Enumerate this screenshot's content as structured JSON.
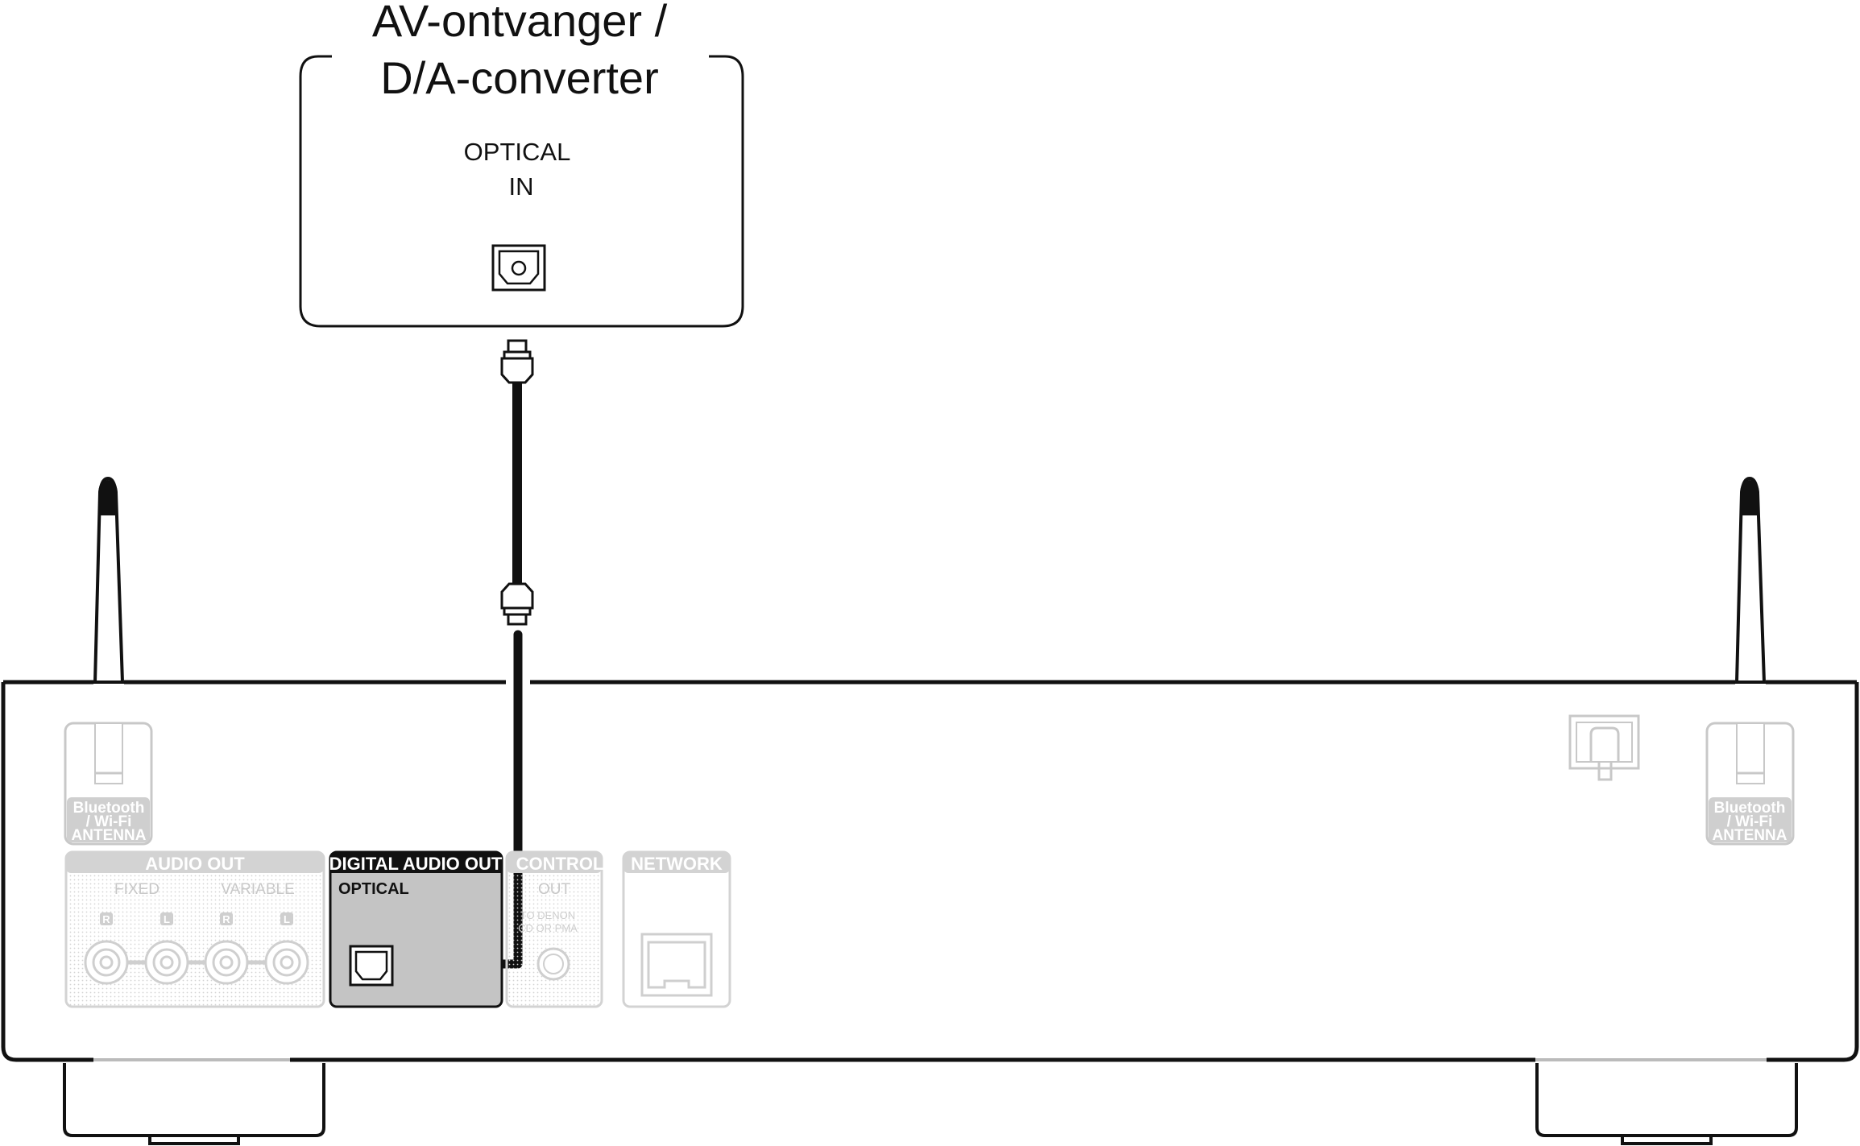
{
  "receiver": {
    "title_line1": "AV-ontvanger /",
    "title_line2": "D/A-converter",
    "input_line1": "OPTICAL",
    "input_line2": "IN"
  },
  "player": {
    "antenna_left": [
      "Bluetooth",
      "/ Wi-Fi",
      "ANTENNA"
    ],
    "antenna_right": [
      "Bluetooth",
      "/ Wi-Fi",
      "ANTENNA"
    ],
    "audio_out": {
      "header": "AUDIO OUT",
      "fixed": "FIXED",
      "variable": "VARIABLE",
      "r": "R",
      "l": "L"
    },
    "digital_audio_out": {
      "header": "DIGITAL AUDIO OUT",
      "sub": "OPTICAL"
    },
    "control": {
      "header": "CONTROL",
      "out": "OUT",
      "line1": "TO DENON",
      "line2": "CD OR PMA"
    },
    "network": {
      "header": "NETWORK"
    }
  },
  "colors": {
    "line": "#111111",
    "panel_gray": "#d3d3d3",
    "active_panel": "#c4c4c4"
  }
}
